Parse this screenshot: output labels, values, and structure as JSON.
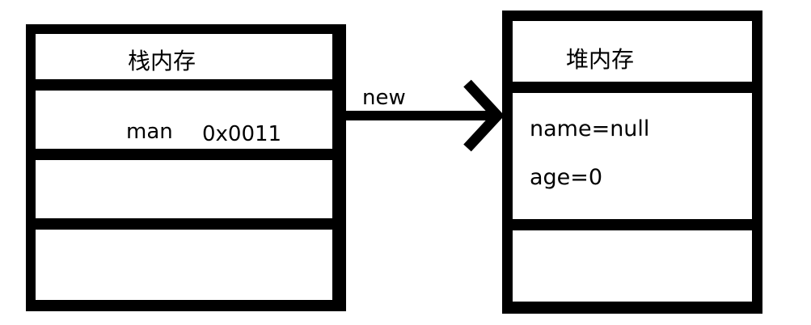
{
  "stack": {
    "title": "栈内存",
    "var_name": "man",
    "address": "0x0011"
  },
  "heap": {
    "title": "堆内存",
    "field_name": "name=null",
    "field_age": "age=0"
  },
  "arrow": {
    "label": "new"
  },
  "colors": {
    "stroke": "#000000",
    "background": "#ffffff"
  }
}
